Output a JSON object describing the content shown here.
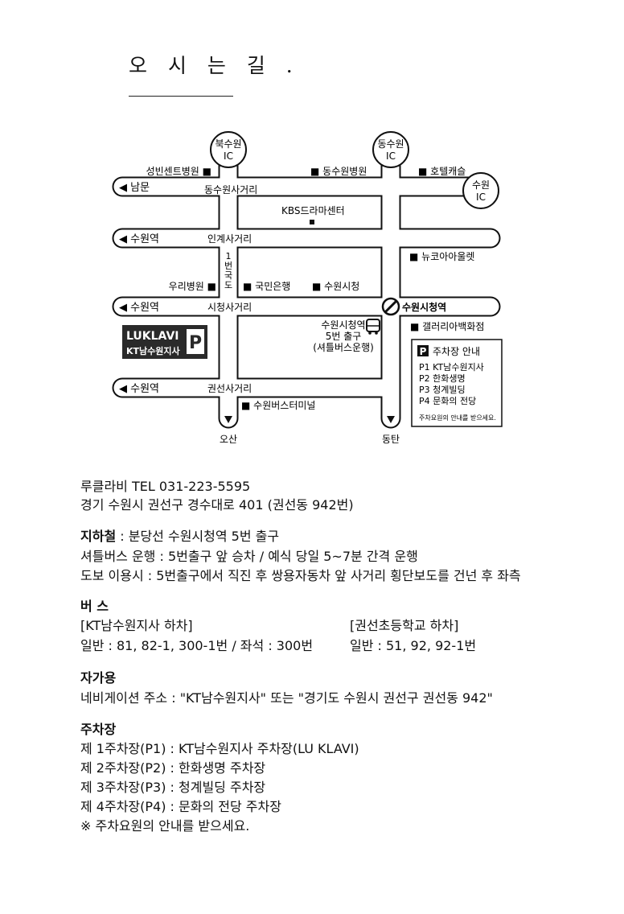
{
  "title": "오 시 는  길 .",
  "map": {
    "interchanges": {
      "north": [
        "북수원",
        "IC"
      ],
      "east": [
        "동수원",
        "IC"
      ],
      "suwon": [
        "수원",
        "IC"
      ]
    },
    "roads": {
      "dongsuwon_intersection": "동수원사거리",
      "ingye_intersection": "인계사거리",
      "cityhall_intersection": "시청사거리",
      "gwonseon_intersection": "권선사거리",
      "national_road": [
        "1",
        "번",
        "국",
        "도"
      ]
    },
    "directions": {
      "row1": "◀ 남문",
      "row2": "◀ 수원역",
      "row3": "◀ 수원역",
      "row4": "◀ 수원역",
      "south_left": "오산",
      "south_right": "동탄"
    },
    "landmarks": {
      "seongbin": "성빈센트병원 ■",
      "dongsuwon_hospital": "■ 동수원병원",
      "hotel": "■ 호텔캐슬",
      "kbs": "KBS드라마센터",
      "newcore": "■ 뉴코아아울렛",
      "woori": "우리병원 ■",
      "kookmin": "■ 국민은행",
      "cityhall": "■ 수원시청",
      "station": "수원시청역",
      "galleria": "■ 갤러리아백화점",
      "bus_terminal": "■ 수원버스터미널"
    },
    "exit_label": [
      "수원시청역",
      "5번 출구",
      "(셔틀버스운행)"
    ],
    "venue": {
      "name": "LUKLAVI",
      "branch": "KT남수원지사",
      "parking_symbol": "P"
    },
    "parking_box": {
      "icon": "P",
      "title": "주차장 안내",
      "items": [
        "P1  KT남수원지사",
        "P2  한화생명",
        "P3  청계빌딩",
        "P4  문화의 전당"
      ],
      "note": "주차요원의 안내를 받으세요."
    },
    "colors": {
      "ink": "#111111",
      "venue_box": "#2a2a2a",
      "venue_text": "#ffffff"
    }
  },
  "info": {
    "name_line": "루클라비  TEL 031-223-5595",
    "address": "경기 수원시 권선구 경수대로 401 (권선동 942번)",
    "subway_heading": "지하철",
    "subway": " : 분당선 수원시청역 5번 출구",
    "shuttle": "셔틀버스 운행 : 5번출구 앞 승차 / 예식 당일 5~7분 간격 운행",
    "walk": "도보 이용시 : 5번출구에서 직진 후 쌍용자동차 앞 사거리 횡단보도를 건넌 후 좌측",
    "bus_heading": "버  스",
    "bus_stop_1": "[KT남수원지사 하차]",
    "bus_routes_1": "일반 : 81, 82-1, 300-1번 / 좌석 : 300번",
    "bus_stop_2": "[권선초등학교 하차]",
    "bus_routes_2": "일반 : 51, 92, 92-1번",
    "car_heading": "자가용",
    "navi": "네비게이션 주소 : \"KT남수원지사\" 또는 \"경기도 수원시 권선구 권선동 942\"",
    "parking_heading": "주차장",
    "parking_lines": [
      "제 1주차장(P1) : KT남수원지사 주차장(LU KLAVI)",
      "제 2주차장(P2) : 한화생명 주차장",
      "제 3주차장(P3) : 청계빌딩 주차장",
      "제 4주차장(P4) : 문화의 전당 주차장",
      "※ 주차요원의 안내를 받으세요."
    ]
  }
}
